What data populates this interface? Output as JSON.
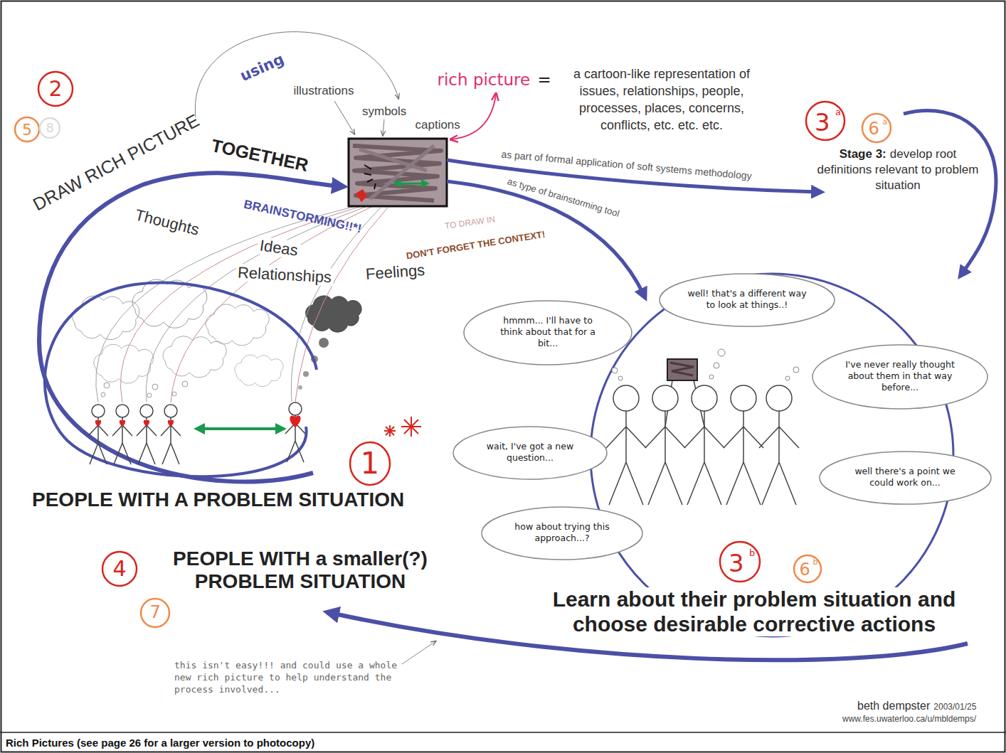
{
  "diagram": {
    "caption": "Rich Pictures (see page 26 for a larger version to photocopy)",
    "nodes": [
      {
        "text": [
          "well! that's a different way to look at things..!"
        ]
      },
      {
        "text": [
          "hmmm... I'll have to think about that for a bit..."
        ]
      },
      {
        "text": [
          "I've never really thought about them in that way before..."
        ]
      },
      {
        "text": [
          "wait, I've got a new question..."
        ]
      },
      {
        "text": [
          "well there's a point we could work on..."
        ]
      },
      {
        "text": [
          "how about trying this approach...?"
        ]
      }
    ],
    "labels": [
      "2",
      "5",
      "8",
      "DRAW RICH PICTURE",
      "TOGETHER",
      "using",
      "illustrations",
      "symbols",
      "captions",
      "rich picture",
      "=",
      "a cartoon-like representation of issues, relationships, people, processes, places, concerns, conflicts, etc. etc. etc.",
      "3",
      "a",
      "6",
      "a",
      "Stage 3:",
      "develop root definitions relevant to problem situation",
      "BRAINSTORMING!!*!",
      "Thoughts",
      "Ideas",
      "Relationships",
      "Feelings",
      "as part of formal application of soft systems methodology",
      "as type of brainstorming tool",
      "TO DRAW IN",
      "DON'T FORGET THE CONTEXT!",
      "1",
      "PEOPLE WITH A PROBLEM SITUATION",
      "4",
      "7",
      "PEOPLE WITH a smaller(?) PROBLEM SITUATION",
      "3",
      "b",
      "6",
      "b",
      "Learn about their problem situation and choose desirable corrective actions",
      "this isn't easy!!! and could use a whole new rich picture to help understand the process involved...",
      "beth dempster",
      "2003/01/25",
      "www.fes.uwaterloo.ca/u/mbldemps/"
    ]
  }
}
